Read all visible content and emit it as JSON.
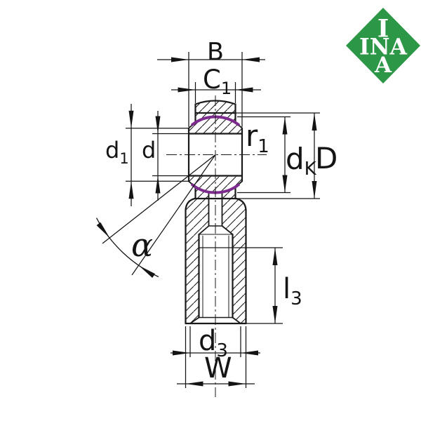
{
  "title": "rod-end-bearing-technical-drawing",
  "dimension_labels": {
    "head_width": {
      "main": "B",
      "sub": ""
    },
    "ring_width": {
      "main": "C",
      "sub": "1"
    },
    "corner_radius": {
      "main": "r",
      "sub": "1"
    },
    "shoulder_diameter": {
      "main": "d",
      "sub": "1"
    },
    "bore_diameter": {
      "main": "d",
      "sub": ""
    },
    "ball_diameter": {
      "main": "d",
      "sub": "K"
    },
    "head_diameter": {
      "main": "D",
      "sub": ""
    },
    "tilt_angle": {
      "main": "α",
      "sub": ""
    },
    "thread_length": {
      "main": "l",
      "sub": "3"
    },
    "thread_diameter": {
      "main": "d",
      "sub": "3"
    },
    "shank_width": {
      "main": "W",
      "sub": ""
    }
  },
  "logo": {
    "line1": "I",
    "line2": "INA",
    "line3": "A",
    "background_color": "#2c9747",
    "text_color": "#ffffff"
  },
  "accent_colors": {
    "sliding_surface": "#7d2b8e"
  }
}
